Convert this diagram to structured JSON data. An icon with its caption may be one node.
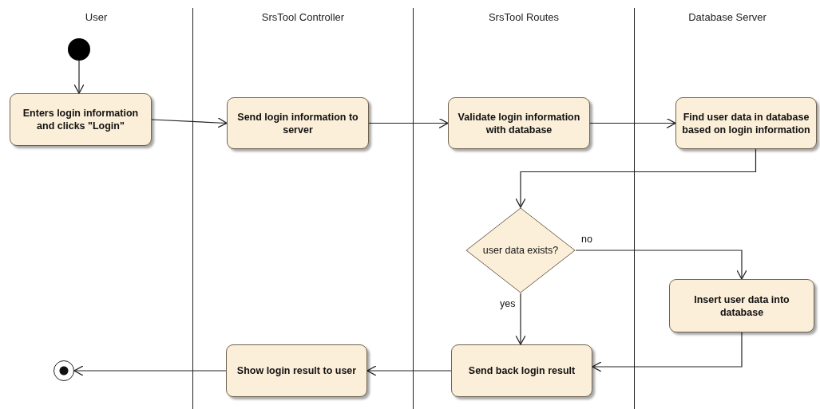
{
  "diagram": {
    "nodes": [
      {
        "text": [
          "User"
        ]
      },
      {
        "text": [
          "SrsTool Controller"
        ]
      },
      {
        "text": [
          "SrsTool Routes"
        ]
      },
      {
        "text": [
          "Database Server"
        ]
      },
      {
        "text": [],
        "shape": "circle",
        "in": 0
      },
      {
        "text": [
          "Enters login information and clicks \"Login\""
        ],
        "in": 0
      },
      {
        "text": [
          "Send login information to server"
        ],
        "in": 1
      },
      {
        "text": [
          "Validate login information with database"
        ],
        "in": 2
      },
      {
        "text": [
          "Find user data in database based on login information"
        ],
        "in": 3
      },
      {
        "text": [
          "user data exists?"
        ],
        "in": 2
      },
      {
        "text": [
          "Insert user data into database"
        ],
        "in": 3
      },
      {
        "text": [
          "Send back login result"
        ],
        "in": 2
      },
      {
        "text": [
          "Show login result to user"
        ],
        "in": 1
      },
      {
        "text": [],
        "shape": "circle",
        "in": 0
      }
    ],
    "edges": [
      {
        "from": 4,
        "to": 5,
        "arrow": "to"
      },
      {
        "from": 5,
        "to": 6,
        "arrow": "to"
      },
      {
        "from": 6,
        "to": 7,
        "arrow": "to"
      },
      {
        "from": 7,
        "to": 8,
        "arrow": "to"
      },
      {
        "from": 8,
        "to": 9,
        "arrow": "to"
      },
      {
        "from": 9,
        "to": 10,
        "arrow": "to",
        "label": "no"
      },
      {
        "from": 9,
        "to": 11,
        "arrow": "to",
        "label": "yes"
      },
      {
        "from": 10,
        "to": 11,
        "arrow": "to"
      },
      {
        "from": 11,
        "to": 12,
        "arrow": "to"
      },
      {
        "from": 12,
        "to": 13,
        "arrow": "to"
      }
    ]
  }
}
